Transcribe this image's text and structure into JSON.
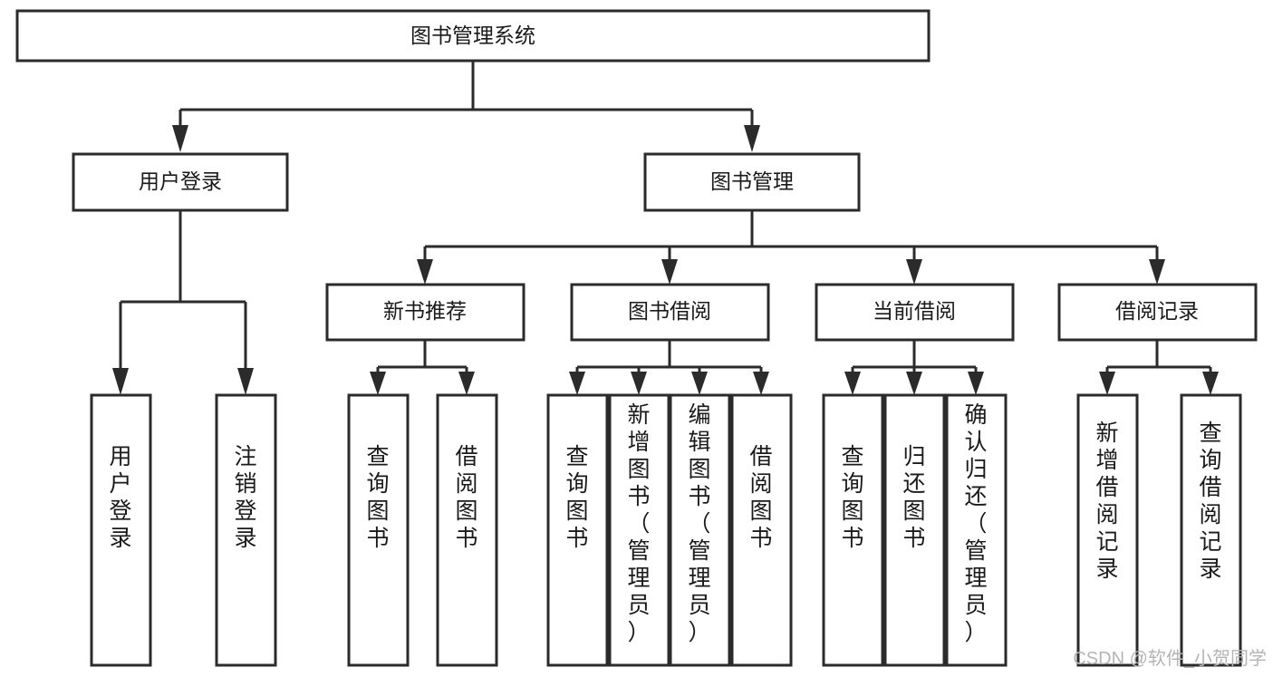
{
  "diagram": {
    "title": "图书管理系统",
    "type": "hierarchy-tree",
    "levels": [
      {
        "level": 1,
        "orientation": "horizontal",
        "nodes": [
          {
            "id": "root",
            "label": "图书管理系统"
          }
        ]
      },
      {
        "level": 2,
        "orientation": "horizontal",
        "nodes": [
          {
            "id": "user-login",
            "label": "用户登录",
            "parent": "root"
          },
          {
            "id": "book-manage",
            "label": "图书管理",
            "parent": "root"
          }
        ]
      },
      {
        "level": 3,
        "orientation": "horizontal",
        "nodes": [
          {
            "id": "new-book-rec",
            "label": "新书推荐",
            "parent": "book-manage"
          },
          {
            "id": "book-borrow",
            "label": "图书借阅",
            "parent": "book-manage"
          },
          {
            "id": "current-borrow",
            "label": "当前借阅",
            "parent": "book-manage"
          },
          {
            "id": "borrow-record",
            "label": "借阅记录",
            "parent": "book-manage"
          }
        ]
      },
      {
        "level": 4,
        "orientation": "vertical",
        "nodes": [
          {
            "id": "leaf-user-login",
            "label": "用户登录",
            "parent": "user-login"
          },
          {
            "id": "leaf-user-logout",
            "label": "注销登录",
            "parent": "user-login"
          },
          {
            "id": "leaf-query-book-1",
            "label": "查询图书",
            "parent": "new-book-rec"
          },
          {
            "id": "leaf-borrow-book-1",
            "label": "借阅图书",
            "parent": "new-book-rec"
          },
          {
            "id": "leaf-query-book-2",
            "label": "查询图书",
            "parent": "book-borrow"
          },
          {
            "id": "leaf-add-book",
            "label": "新增图书（管理员）",
            "parent": "book-borrow"
          },
          {
            "id": "leaf-edit-book",
            "label": "编辑图书（管理员）",
            "parent": "book-borrow"
          },
          {
            "id": "leaf-borrow-book-2",
            "label": "借阅图书",
            "parent": "book-borrow"
          },
          {
            "id": "leaf-query-book-3",
            "label": "查询图书",
            "parent": "current-borrow"
          },
          {
            "id": "leaf-return-book",
            "label": "归还图书",
            "parent": "current-borrow"
          },
          {
            "id": "leaf-confirm-return",
            "label": "确认归还（管理员）",
            "parent": "current-borrow"
          },
          {
            "id": "leaf-add-record",
            "label": "新增借阅记录",
            "parent": "borrow-record"
          },
          {
            "id": "leaf-query-record",
            "label": "查询借阅记录",
            "parent": "borrow-record"
          }
        ]
      }
    ]
  },
  "watermark": {
    "text": "CSDN @软件_小贺同学"
  },
  "colors": {
    "box_stroke": "#2b2b2b",
    "box_fill": "#ffffff",
    "text": "#1a1a1a",
    "connector": "#2b2b2b",
    "background": "#ffffff",
    "watermark": "#b4b4b4"
  }
}
